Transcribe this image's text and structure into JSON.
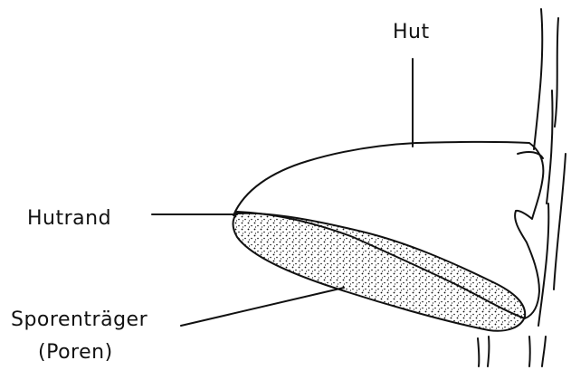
{
  "labels": {
    "hut": "Hut",
    "hutrand": "Hutrand",
    "sporentraeger_line1": "Sporenträger",
    "sporentraeger_line2": "(Poren)"
  },
  "colors": {
    "ink": "#111111",
    "background": "#ffffff"
  }
}
